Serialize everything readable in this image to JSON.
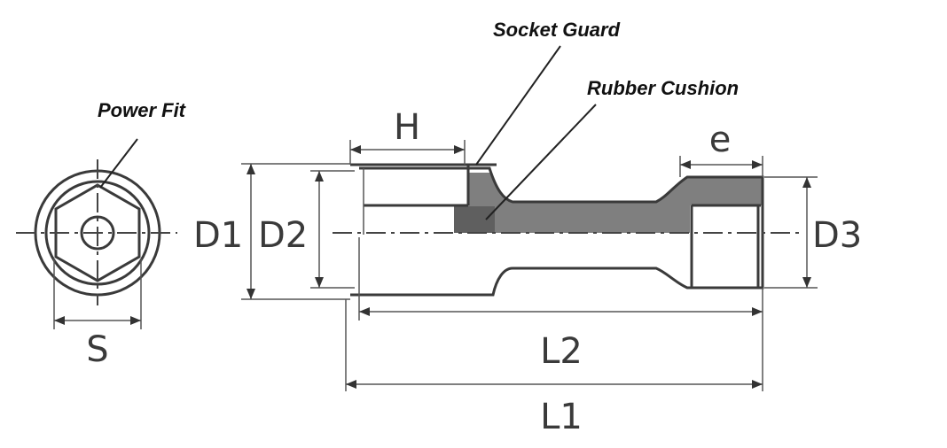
{
  "callouts": {
    "power_fit": "Power Fit",
    "socket_guard": "Socket Guard",
    "rubber_cushion": "Rubber Cushion"
  },
  "dimensions": {
    "h": "H",
    "e": "e",
    "d1": "D1",
    "d2": "D2",
    "d3": "D3",
    "s": "S",
    "l1": "L1",
    "l2": "L2"
  },
  "colors": {
    "line": "#3a3a3a",
    "shading": "#7f7f7f",
    "background": "#ffffff"
  }
}
